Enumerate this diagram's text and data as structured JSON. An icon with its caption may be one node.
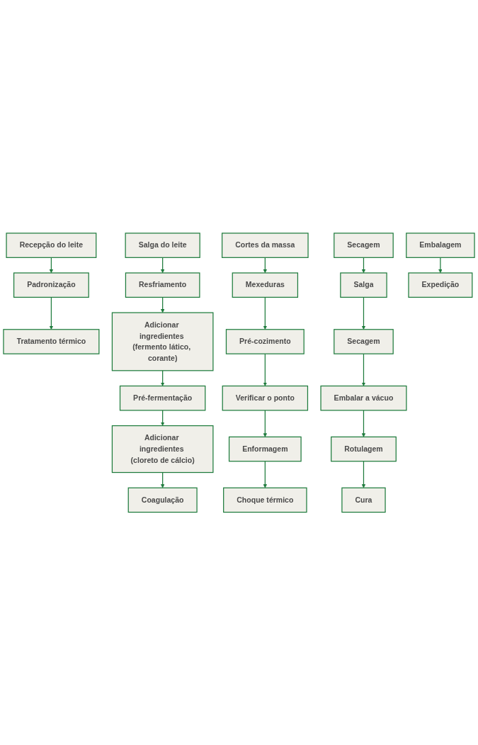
{
  "diagram": {
    "nodes": [
      {
        "text": [
          "Recepção do leite"
        ]
      },
      {
        "text": [
          "Padronização"
        ]
      },
      {
        "text": [
          "Tratamento térmico"
        ]
      },
      {
        "text": [
          "Adicionar ingredientes (fermento lático, corante)"
        ]
      },
      {
        "text": [
          "Resfriamento"
        ]
      },
      {
        "text": [
          "Salga do leite"
        ]
      },
      {
        "text": [
          "Pré-fermentação"
        ]
      },
      {
        "text": [
          "Adicionar ingredientes (cloreto de cálcio)"
        ]
      },
      {
        "text": [
          "Coagulação"
        ]
      },
      {
        "text": [
          "Pré-cozimento"
        ]
      },
      {
        "text": [
          "Mexeduras"
        ]
      },
      {
        "text": [
          "Cortes da massa"
        ]
      },
      {
        "text": [
          "Verificar o ponto"
        ]
      },
      {
        "text": [
          "Enformagem"
        ]
      },
      {
        "text": [
          "Choque térmico"
        ]
      },
      {
        "text": [
          "Secagem"
        ]
      },
      {
        "text": [
          "Salga"
        ]
      },
      {
        "text": [
          "Secagem"
        ]
      },
      {
        "text": [
          "Embalar a vácuo"
        ]
      },
      {
        "text": [
          "Rotulagem"
        ]
      },
      {
        "text": [
          "Cura"
        ]
      },
      {
        "text": [
          "Expedição"
        ]
      },
      {
        "text": [
          "Embalagem"
        ]
      }
    ],
    "edges": [
      {
        "from": 0,
        "to": 1,
        "arrow": "to"
      },
      {
        "from": 1,
        "to": 2,
        "arrow": "to"
      },
      {
        "from": 5,
        "to": 4,
        "arrow": "to"
      },
      {
        "from": 4,
        "to": 3,
        "arrow": "to"
      },
      {
        "from": 3,
        "to": 6,
        "arrow": "to"
      },
      {
        "from": 6,
        "to": 7,
        "arrow": "to"
      },
      {
        "from": 7,
        "to": 8,
        "arrow": "to"
      },
      {
        "from": 11,
        "to": 10,
        "arrow": "to"
      },
      {
        "from": 10,
        "to": 9,
        "arrow": "to"
      },
      {
        "from": 9,
        "to": 12,
        "arrow": "to"
      },
      {
        "from": 12,
        "to": 13,
        "arrow": "to"
      },
      {
        "from": 13,
        "to": 14,
        "arrow": "to"
      },
      {
        "from": 17,
        "to": 16,
        "arrow": "to"
      },
      {
        "from": 16,
        "to": 15,
        "arrow": "to"
      },
      {
        "from": 15,
        "to": 18,
        "arrow": "to"
      },
      {
        "from": 18,
        "to": 19,
        "arrow": "to"
      },
      {
        "from": 19,
        "to": 20,
        "arrow": "to"
      },
      {
        "from": 22,
        "to": 21,
        "arrow": "to"
      }
    ]
  }
}
